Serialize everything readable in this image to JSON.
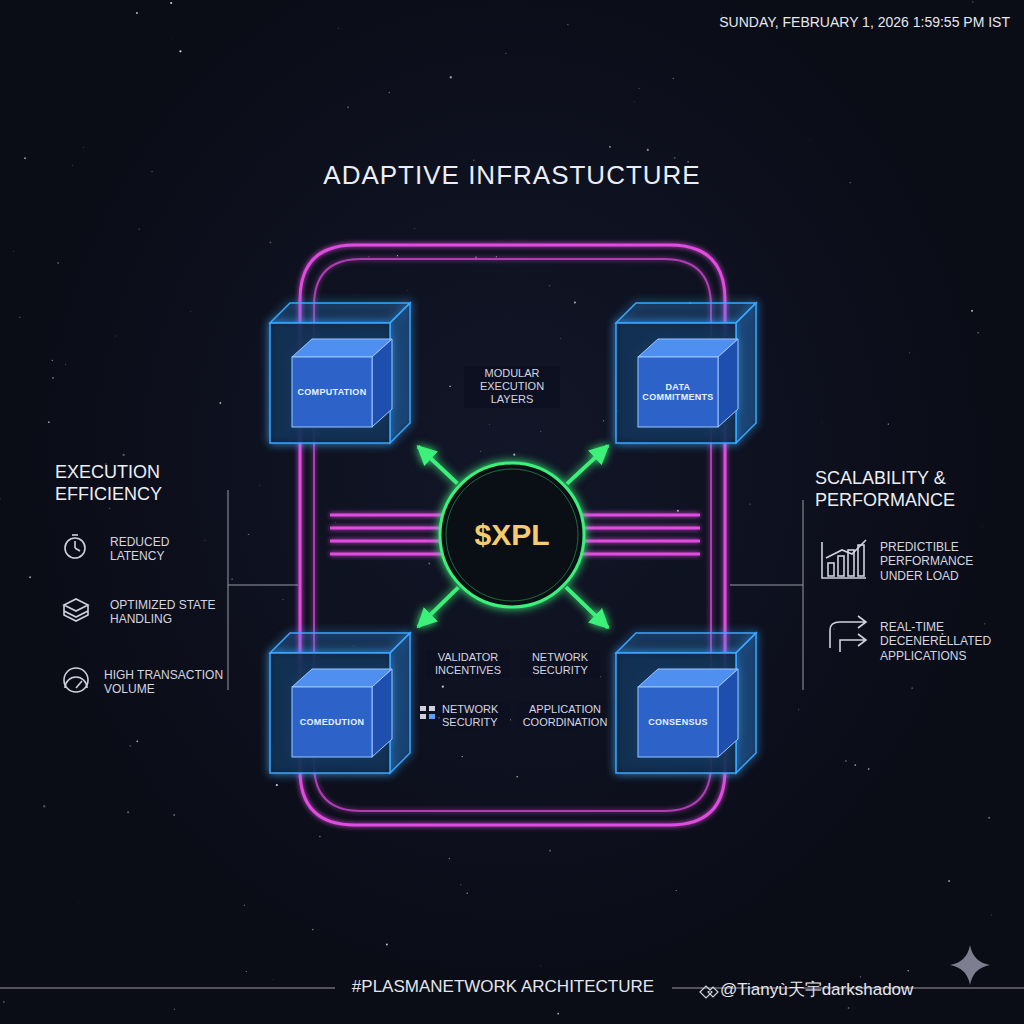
{
  "diagram": {
    "title": "ADAPTIVE INFRASTUCTURE",
    "caption": "#PLASMANETWORK ARCHITECTURE",
    "nodes": [
      {
        "text": [
          "$XPL"
        ]
      },
      {
        "text": [
          "COMPUTATION"
        ]
      },
      {
        "text": [
          "DATA",
          "COMMITMENTS"
        ]
      },
      {
        "text": [
          "COMEDUTION"
        ]
      },
      {
        "text": [
          "CONSENSUS"
        ]
      }
    ],
    "edges": [
      {
        "from": 0,
        "to": 1,
        "arrow": "to"
      },
      {
        "from": 0,
        "to": 2,
        "arrow": "to"
      },
      {
        "from": 0,
        "to": 3,
        "arrow": "to"
      },
      {
        "from": 0,
        "to": 4,
        "arrow": "to"
      }
    ],
    "labels": [
      "SUNDAY, FEBRUARY 1, 2026 1:59:55 PM IST",
      "MODULAR EXECUTION LAYERS",
      "VALIDATOR INCENTIVES",
      "NETWORK SECURITY",
      "NETWORK SECURITY",
      "APPLICATION COORDINATION",
      "EXECUTION EFFICIENCY",
      "REDUCED LATENCY",
      "OPTIMIZED STATE HANDLING",
      "HIGH TRANSACTION VOLUME",
      "SCALABILITY & PERFORMANCE",
      "PREDICTIBLE PERFORMANCE UNDER LOAD",
      "REAL-TIME DECENERELLATED APPLICATIONS",
      "@Tianyù天宇darkshadow"
    ]
  }
}
